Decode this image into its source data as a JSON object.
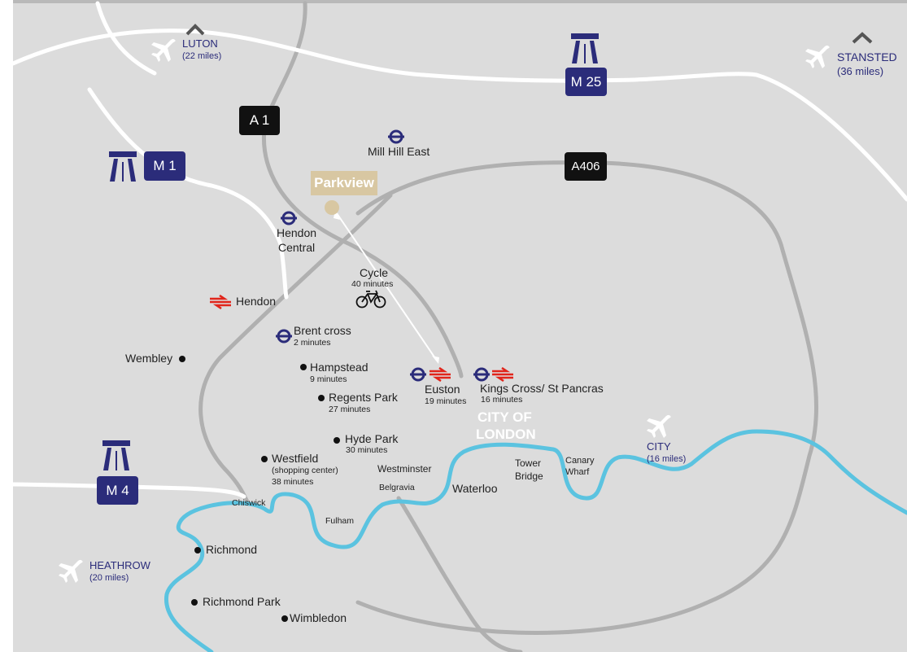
{
  "map": {
    "colors": {
      "background": "#dcdcdc",
      "road": "#ffffff",
      "ring_road": "#b0b0b0",
      "river": "#5bc3e0",
      "brand_navy": "#2b2c7a",
      "rail_red": "#e1251b",
      "parkview": "#d8c7a2"
    },
    "highlight": {
      "label": "Parkview"
    },
    "motorways": [
      {
        "id": "m25",
        "label": "M 25",
        "icon": "motorway-icon"
      },
      {
        "id": "m1",
        "label": "M 1",
        "icon": "motorway-icon"
      },
      {
        "id": "m4",
        "label": "M 4",
        "icon": "motorway-icon"
      }
    ],
    "a_roads": [
      {
        "id": "a1",
        "label": "A 1"
      },
      {
        "id": "a406",
        "label": "A406"
      }
    ],
    "airports": {
      "luton": {
        "name": "LUTON",
        "distance": "(22 miles)"
      },
      "stansted": {
        "name": "STANSTED",
        "distance": "(36 miles)"
      },
      "city": {
        "name": "CITY",
        "distance": "(16 miles)"
      },
      "heathrow": {
        "name": "HEATHROW",
        "distance": "(20 miles)"
      }
    },
    "stations": {
      "mill_hill_east": {
        "name": "Mill Hill East",
        "icon": "underground-icon"
      },
      "hendon_central": {
        "line1": "Hendon",
        "line2": "Central",
        "icon": "underground-icon"
      },
      "hendon": {
        "name": "Hendon",
        "icon": "national-rail-icon"
      },
      "brent_cross": {
        "name": "Brent cross",
        "time": "2 minutes",
        "icon": "underground-icon"
      },
      "euston": {
        "name": "Euston",
        "time": "19 minutes"
      },
      "kings_cross": {
        "name": "Kings Cross/ St Pancras",
        "time": "16 minutes"
      }
    },
    "cycle": {
      "label": "Cycle",
      "time": "40 minutes"
    },
    "places": {
      "wembley": {
        "name": "Wembley"
      },
      "hampstead": {
        "name": "Hampstead",
        "time": "9 minutes"
      },
      "regents_park": {
        "name": "Regents Park",
        "time": "27 minutes"
      },
      "hyde_park": {
        "name": "Hyde Park",
        "time": "30 minutes"
      },
      "westfield": {
        "name": "Westfield",
        "note": "(shopping center)",
        "time": "38 minutes"
      },
      "westminster": {
        "name": "Westminster"
      },
      "belgravia": {
        "name": "Belgravia"
      },
      "waterloo": {
        "name": "Waterloo"
      },
      "tower_bridge": {
        "line1": "Tower",
        "line2": "Bridge"
      },
      "canary_wharf": {
        "line1": "Canary",
        "line2": "Wharf"
      },
      "chiswick": {
        "name": "Chiswick"
      },
      "fulham": {
        "name": "Fulham"
      },
      "richmond": {
        "name": "Richmond"
      },
      "richmond_park": {
        "name": "Richmond Park"
      },
      "wimbledon": {
        "name": "Wimbledon"
      }
    },
    "city_of_london": {
      "line1": "CITY OF",
      "line2": "LONDON"
    }
  }
}
